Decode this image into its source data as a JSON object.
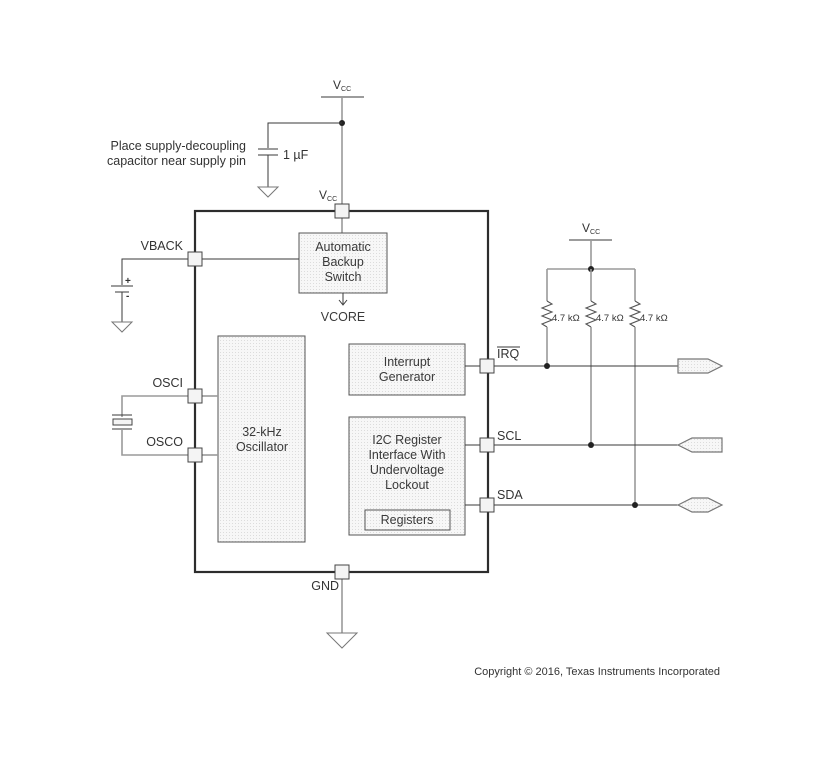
{
  "diagram": {
    "supply_top": {
      "label_main": "V",
      "label_sub": "CC"
    },
    "decoupling_note": {
      "line1": "Place supply-decoupling",
      "line2": "capacitor near supply pin"
    },
    "capacitor_value": "1 µF",
    "chip_vcc_pin": {
      "label_main": "V",
      "label_sub": "CC"
    },
    "pins": {
      "vback": "VBACK",
      "osci": "OSCI",
      "osco": "OSCO",
      "gnd": "GND",
      "irq": "IRQ",
      "scl": "SCL",
      "sda": "SDA"
    },
    "blocks": {
      "backup_switch": [
        "Automatic",
        "Backup",
        "Switch"
      ],
      "vcore": "VCORE",
      "oscillator": [
        "32-kHz",
        "Oscillator"
      ],
      "interrupt": [
        "Interrupt",
        "Generator"
      ],
      "i2c": [
        "I2C Register",
        "Interface With",
        "Undervoltage",
        "Lockout"
      ],
      "registers": "Registers"
    },
    "pullup_supply": {
      "label_main": "V",
      "label_sub": "CC"
    },
    "resistors": [
      "4.7 kΩ",
      "4.7 kΩ",
      "4.7 kΩ"
    ],
    "battery_polarity": {
      "plus": "+",
      "minus": "-"
    },
    "connectors": [
      {
        "signal": "IRQ",
        "direction": "output"
      },
      {
        "signal": "SCL",
        "direction": "input"
      },
      {
        "signal": "SDA",
        "direction": "bidirectional"
      }
    ],
    "copyright": "Copyright © 2016, Texas Instruments Incorporated"
  }
}
